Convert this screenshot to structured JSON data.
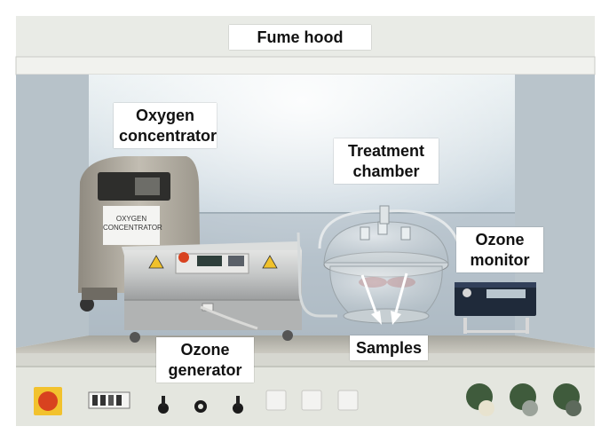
{
  "labels": {
    "fume_hood": "Fume hood",
    "oxygen_concentrator": [
      "Oxygen",
      "concentrator"
    ],
    "treatment_chamber": [
      "Treatment",
      "chamber"
    ],
    "ozone_monitor": [
      "Ozone",
      "monitor"
    ],
    "samples": "Samples",
    "ozone_generator": [
      "Ozone",
      "generator"
    ]
  },
  "device_sticker": [
    "OXYGEN",
    "CONCENTRATOR"
  ],
  "colors": {
    "hood_frame": "#e6e8e3",
    "back_wall": "#c6d3dc",
    "floor": "#b9b7ae",
    "control_panel": "#e4e6df",
    "steel": "#c9cbcb",
    "emergency_knob": "#d8421f",
    "valve_green": "#3f5b3c",
    "arrow": "#ffffff"
  }
}
